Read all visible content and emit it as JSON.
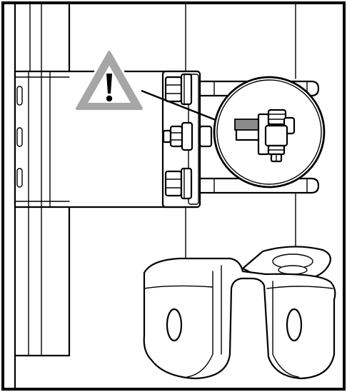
{
  "figure": {
    "icons": [
      "warning-icon",
      "magnifier-inset",
      "hex-bolt",
      "u-bolt",
      "fork-clamp-bracket"
    ],
    "colors": {
      "line": "#000000",
      "background": "#ffffff",
      "warning_triangle": "#a6a6a6",
      "highlighted_part": "#8c8c8c"
    }
  }
}
